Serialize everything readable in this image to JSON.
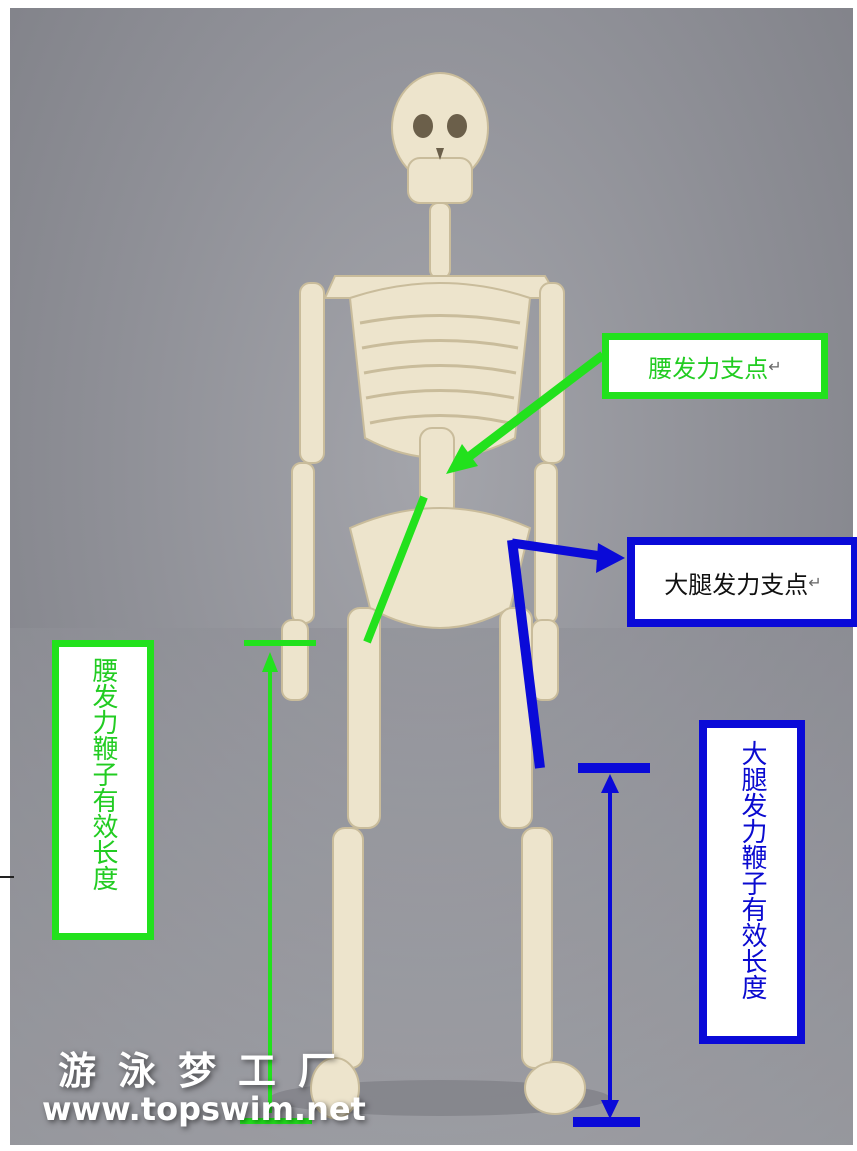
{
  "annotations": {
    "waist_pivot": "腰发力支点",
    "thigh_pivot": "大腿发力支点",
    "waist_whip_length": "腰发力鞭子有效长度",
    "thigh_whip_length": "大腿发力鞭子有效长度",
    "paragraph_mark": "↵"
  },
  "watermark": {
    "name": "游泳梦工厂",
    "url": "www.topswim.net"
  },
  "colors": {
    "waist": "#22e11d",
    "thigh": "#0a0ad8",
    "background": "#8e8f96",
    "bone": "#efe6d0"
  },
  "icons": [
    "skeleton-figure",
    "green-arrow",
    "blue-arrow"
  ]
}
